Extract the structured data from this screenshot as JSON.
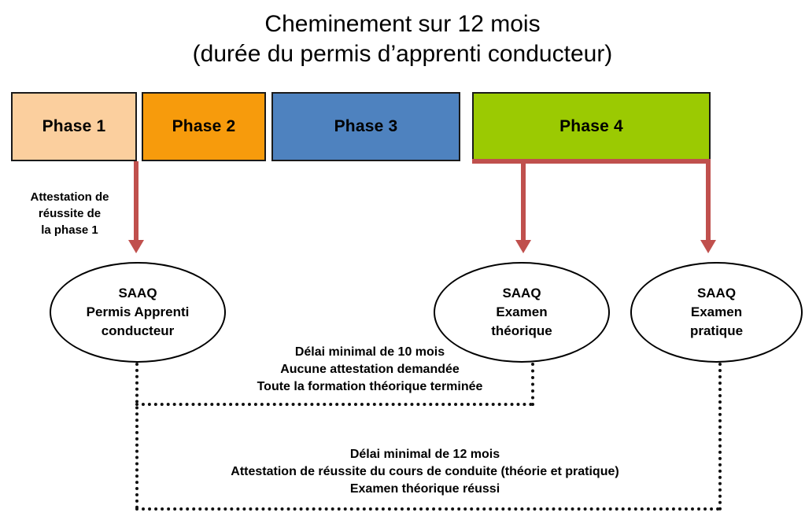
{
  "title": {
    "line1": "Cheminement sur 12 mois",
    "line2": "(durée du permis d’apprenti conducteur)"
  },
  "phases": [
    {
      "label": "Phase 1",
      "color": "#fbcf9e"
    },
    {
      "label": "Phase 2",
      "color": "#f79b0c"
    },
    {
      "label": "Phase 3",
      "color": "#4e82bf"
    },
    {
      "label": "Phase 4",
      "color": "#9bca02"
    }
  ],
  "attestation_phase1": {
    "line1": "Attestation de",
    "line2": "réussite de",
    "line3": "la phase 1"
  },
  "nodes": [
    {
      "id": "permis",
      "line1": "SAAQ",
      "line2": "Permis Apprenti",
      "line3": "conducteur"
    },
    {
      "id": "examen-theorique",
      "line1": "SAAQ",
      "line2": "Examen",
      "line3": "théorique"
    },
    {
      "id": "examen-pratique",
      "line1": "SAAQ",
      "line2": "Examen",
      "line3": "pratique"
    }
  ],
  "conditions": {
    "examen_theorique": {
      "line1": "Délai minimal de 10 mois",
      "line2": "Aucune attestation demandée",
      "line3": "Toute la formation théorique terminée"
    },
    "examen_pratique": {
      "line1": "Délai minimal de 12 mois",
      "line2": "Attestation de réussite du cours de conduite (théorie et pratique)",
      "line3": "Examen théorique réussi"
    }
  },
  "colors": {
    "arrow_red": "#c0504d",
    "dotted_black": "#111111",
    "box_border": "#1a1a1a"
  }
}
